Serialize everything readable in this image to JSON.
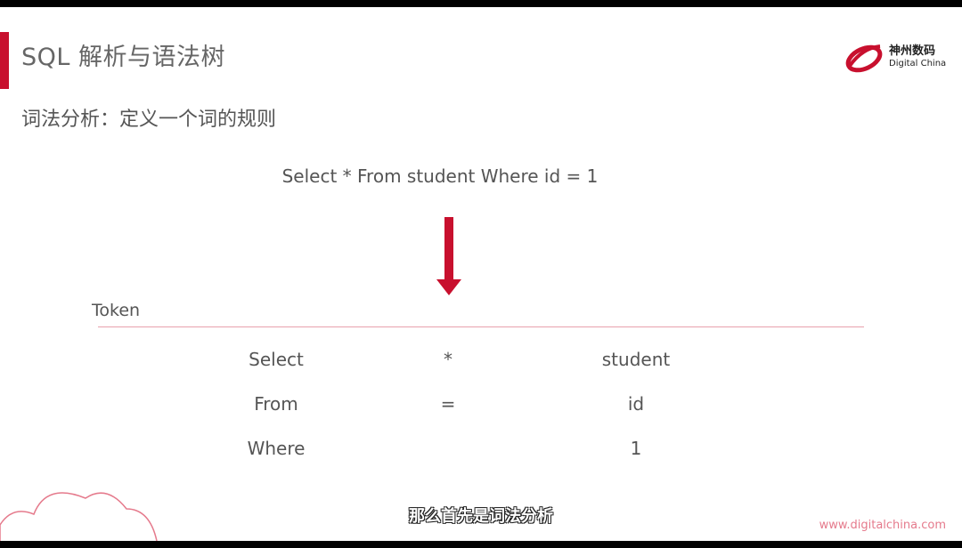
{
  "slide": {
    "title": "SQL 解析与语法树",
    "subtitle": "词法分析：定义一个词的规则",
    "sql_statement": "Select * From student Where id = 1",
    "token_label": "Token",
    "tokens": [
      [
        "Select",
        "*",
        "student"
      ],
      [
        "From",
        "=",
        "id"
      ],
      [
        "Where",
        "",
        "1"
      ]
    ],
    "logo": {
      "name_cn": "神州数码",
      "name_en": "Digital China"
    },
    "footer_url": "www.digitalchina.com",
    "caption": "那么首先是词法分析",
    "accent_color": "#c8102e"
  }
}
